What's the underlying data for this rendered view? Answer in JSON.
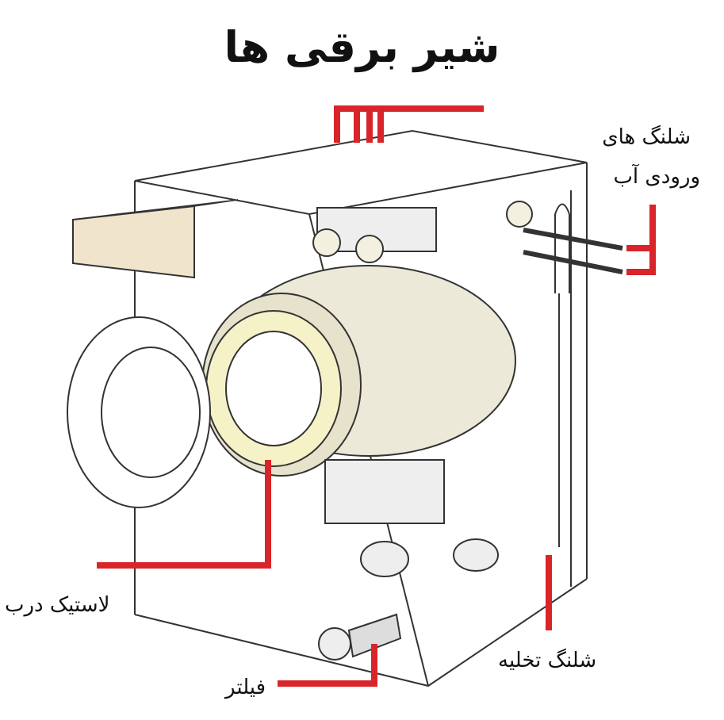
{
  "title": "شیر برقی ها",
  "labels": {
    "inlet_hoses_line1": "شلنگ های",
    "inlet_hoses_line2": "ورودی آب",
    "door_gasket": "لاستیک درب",
    "drain_hose": "شلنگ تخلیه",
    "filter": "فیلتر"
  },
  "colors": {
    "callout": "#d9252a",
    "outline": "#333333",
    "tub": "#ece9d8",
    "drawer": "#f1e4cc",
    "gasket": "#f6f2c8"
  }
}
